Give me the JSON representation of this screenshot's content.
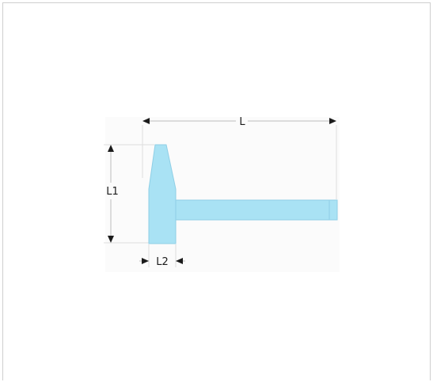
{
  "diagram": {
    "subject": "hammer",
    "fill_color": "#a9e2f4",
    "stroke_color": "#8fcfe6",
    "dimension_color": "#1b1b1b",
    "guide_color": "#d9d9d9",
    "labels": {
      "overall_length": "L",
      "head_height": "L1",
      "head_width": "L2"
    }
  }
}
